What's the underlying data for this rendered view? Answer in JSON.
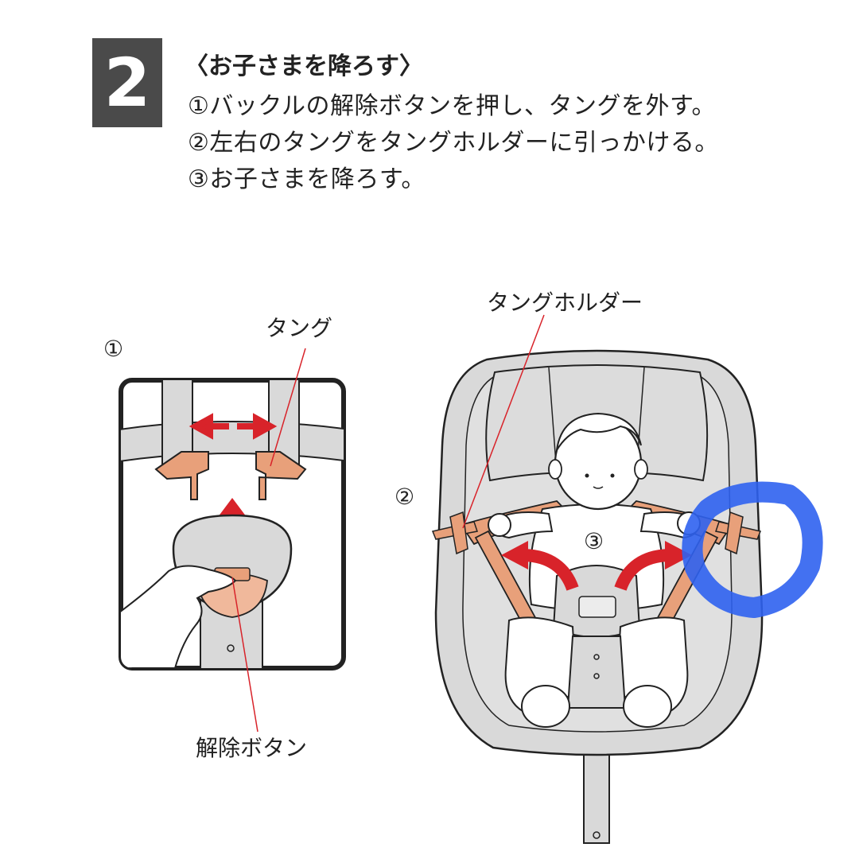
{
  "step": {
    "number": "2",
    "title": "〈お子さまを降ろす〉",
    "instructions": [
      "①バックルの解除ボタンを押し、タングを外す。",
      "②左右のタングをタングホルダーに引っかける。",
      "③お子さまを降ろす。"
    ]
  },
  "figure1": {
    "marker": "①",
    "label_tongue": "タング",
    "label_release_button": "解除ボタン"
  },
  "figure2": {
    "marker": "②",
    "label_tongue_holder": "タングホルダー",
    "child_marker": "③"
  },
  "colors": {
    "step_box": "#4a4a4a",
    "arrow_red": "#d8232a",
    "strap_orange": "#e8a07a",
    "seat_gray": "#d9d9d9",
    "highlight_blue": "#2f62f0"
  }
}
